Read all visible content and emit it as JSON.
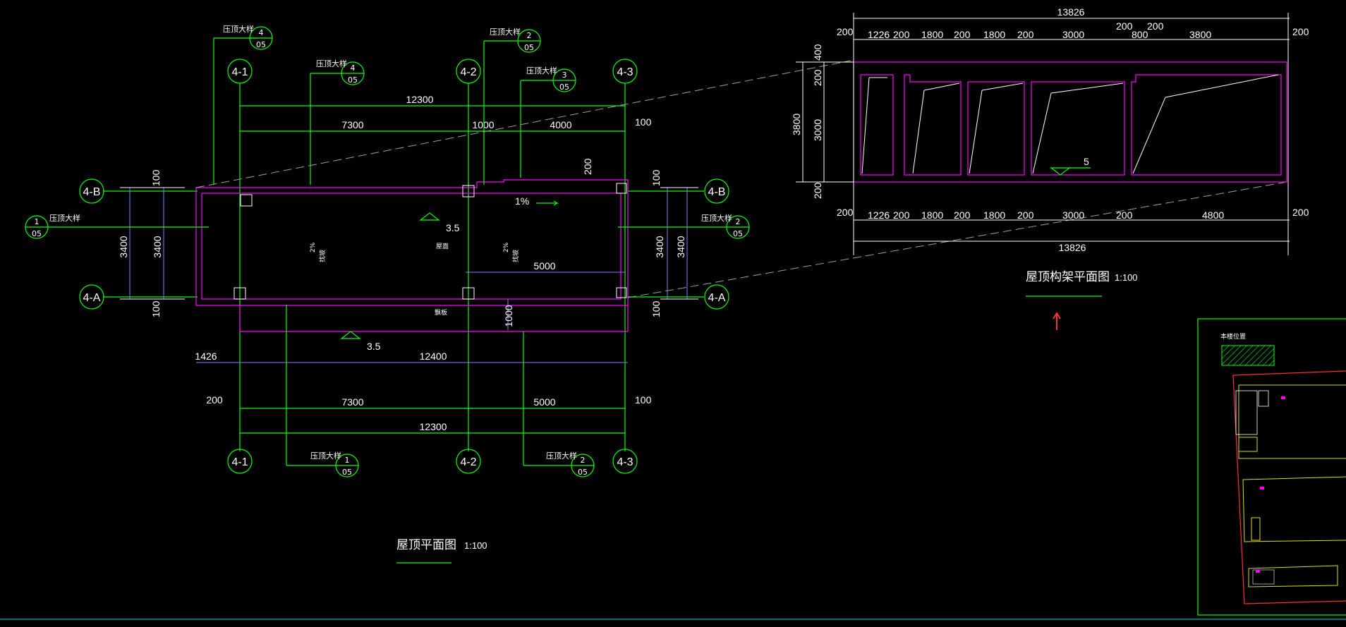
{
  "plan": {
    "title": "屋顶平面图",
    "scale": "1:100",
    "axes": [
      "4-1",
      "4-2",
      "4-3",
      "4-A",
      "4-B"
    ],
    "detail_label": "压顶大样",
    "detail_refs": [
      {
        "num": "4",
        "sheet": "05"
      },
      {
        "num": "4",
        "sheet": "05"
      },
      {
        "num": "2",
        "sheet": "05"
      },
      {
        "num": "3",
        "sheet": "05"
      },
      {
        "num": "1",
        "sheet": "05"
      },
      {
        "num": "2",
        "sheet": "05"
      },
      {
        "num": "1",
        "sheet": "05"
      },
      {
        "num": "2",
        "sheet": "05"
      }
    ],
    "dims_top": [
      "12300",
      "7300",
      "1000",
      "4000",
      "100",
      "200"
    ],
    "dims_bottom": [
      "1426",
      "12400",
      "200",
      "7300",
      "5000",
      "100",
      "12300"
    ],
    "dims_side": [
      "100",
      "3400",
      "3400",
      "100",
      "100",
      "3400",
      "3400",
      "100"
    ],
    "dims_inner": [
      "5000",
      "1000"
    ],
    "slope_text": "1%",
    "elevation": "3.5",
    "room_labels": [
      "屋面",
      "飘板"
    ],
    "slope_notes": [
      "2%",
      "找坡"
    ]
  },
  "frame": {
    "title": "屋顶构架平面图",
    "scale": "1:100",
    "total": "13826",
    "top_dims": [
      "200",
      "1226",
      "200",
      "1800",
      "200",
      "1800",
      "200",
      "3000",
      "200",
      "800",
      "200",
      "3800",
      "200"
    ],
    "bottom_dims": [
      "200",
      "1226",
      "200",
      "1800",
      "200",
      "1800",
      "200",
      "3000",
      "200",
      "4800",
      "200"
    ],
    "left_dims": [
      "400",
      "200",
      "3000",
      "3800",
      "200"
    ],
    "elevation": "5"
  },
  "keyplan": {
    "title": "本楼位置"
  },
  "colors": {
    "background": "#000000",
    "axis_green": "#00ff00",
    "wall_magenta": "#ff00ff",
    "dim_blue": "#8080ff",
    "text_white": "#ffffff",
    "key_red": "#ff3030",
    "key_yellow": "#e0e000",
    "cyan": "#00e0e0"
  }
}
